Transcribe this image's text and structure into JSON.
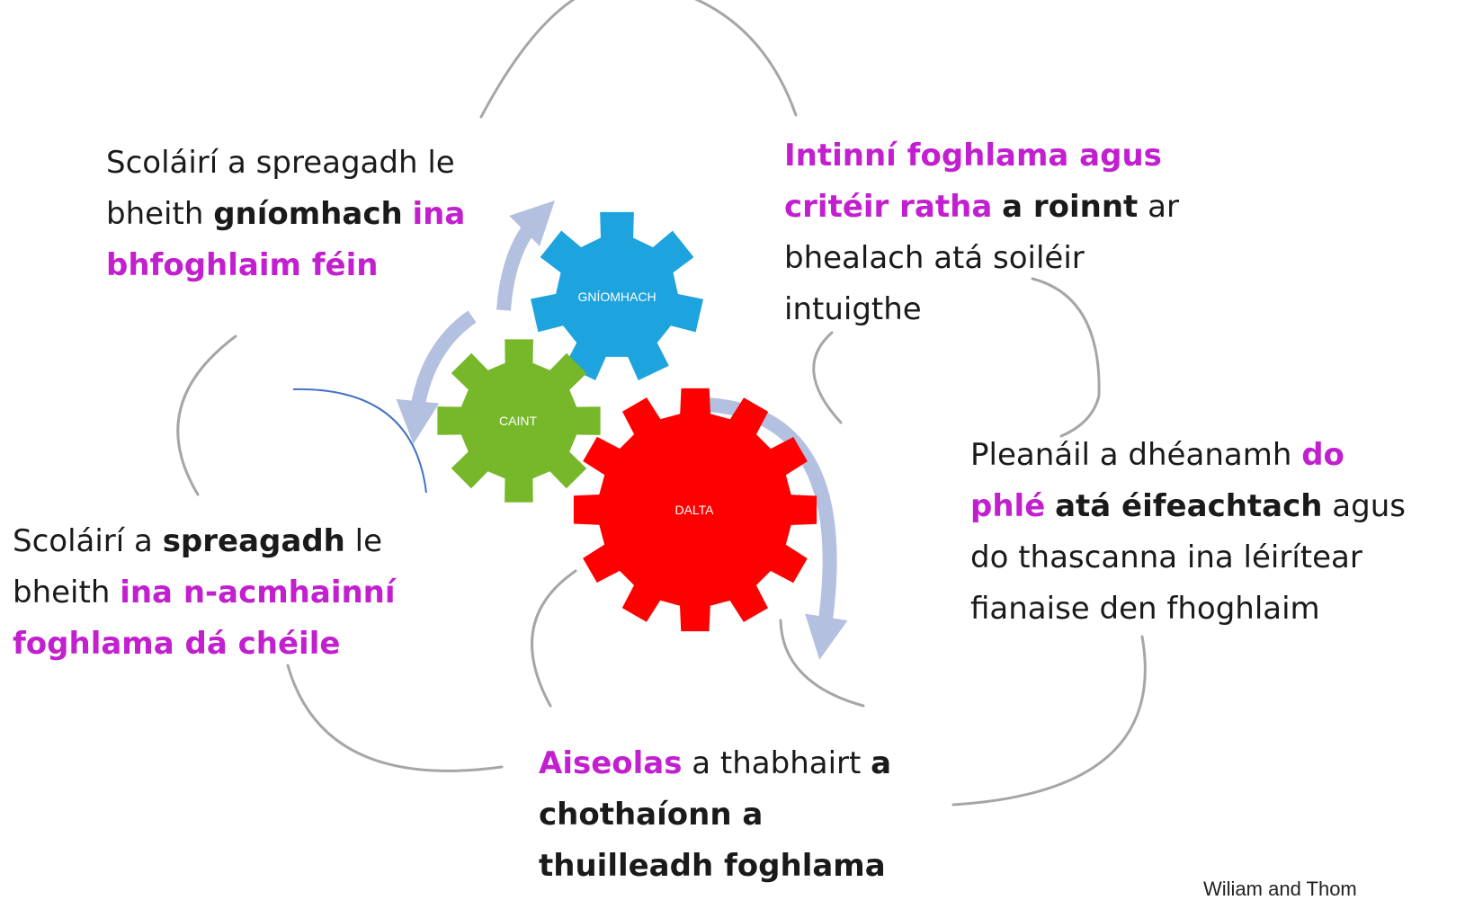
{
  "gears": {
    "gniomhach": "GNÍOMHACH",
    "caint": "CAINT",
    "dalta": "DALTA"
  },
  "colors": {
    "gear_blue": "#1da3dd",
    "gear_green": "#76b82a",
    "gear_red": "#ff0000",
    "arrow": "#b3c0e0",
    "cloud_outline": "#a6a6a6",
    "accent_line": "#4472c4",
    "magenta_text": "#c21fcf",
    "body_text": "#1a1a1a"
  },
  "blocks": {
    "top_left": {
      "l1": "Scoláirí a spreagadh le",
      "l2a": "bheith ",
      "l2b": "gníomhach",
      "l2c": "ina",
      "l3": "bhfoghlaim féin"
    },
    "top_right": {
      "l1": "Intinní foghlama agus",
      "l2a": "critéir ratha",
      "l2b": "a roinnt",
      "l2c": " ar",
      "l3": "bhealach atá soiléir",
      "l4": "intuigthe"
    },
    "right": {
      "l1a": "Pleanáil a dhéanamh ",
      "l1b": "do",
      "l2a": "phlé",
      "l2b": "atá éifeachtach",
      "l2c": " agus",
      "l3": "do thascanna ina léirítear",
      "l4": "fianaise den fhoghlaim"
    },
    "left": {
      "l1a": "Scoláirí a ",
      "l1b": "spreagadh",
      "l1c": " le",
      "l2a": "bheith ",
      "l2b": "ina n-acmhainní",
      "l3": "foghlama dá chéile"
    },
    "bottom": {
      "l1a": "Aiseolas",
      "l1b": " a thabhairt ",
      "l1c": "a",
      "l2": "chothaíonn a",
      "l3": "thuilleadh foghlama"
    }
  },
  "credit": "Wiliam and Thom"
}
